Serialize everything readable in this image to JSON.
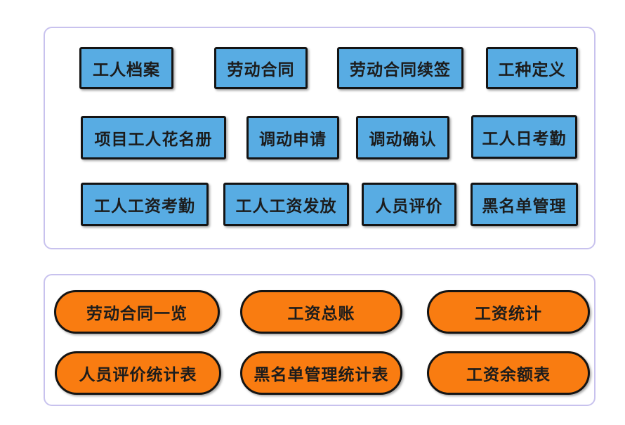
{
  "colors": {
    "node_blue": "#58ACE3",
    "node_orange": "#F97C11",
    "node_border": "#141414",
    "panel_border": "#C8C2EE",
    "text": "#1C1C1C",
    "background": "#FFFFFF"
  },
  "top_panel": {
    "items": [
      "工人档案",
      "劳动合同",
      "劳动合同续签",
      "工种定义",
      "项目工人花名册",
      "调动申请",
      "调动确认",
      "工人日考勤",
      "工人工资考勤",
      "工人工资发放",
      "人员评价",
      "黑名单管理"
    ]
  },
  "bottom_panel": {
    "items": [
      "劳动合同一览",
      "工资总账",
      "工资统计",
      "人员评价统计表",
      "黑名单管理统计表",
      "工资余额表"
    ]
  }
}
